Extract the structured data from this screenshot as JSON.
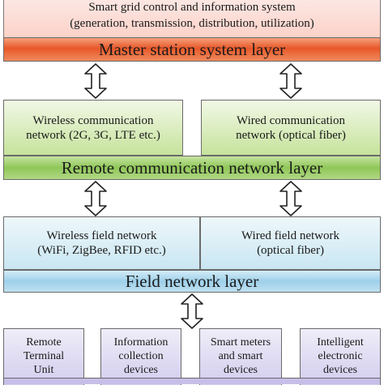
{
  "top": {
    "line1": "Smart grid control and information system",
    "line2": "(generation, transmission, distribution, utilization)",
    "layer": "Master station system layer"
  },
  "remote": {
    "left_line1": "Wireless communication",
    "left_line2": "network (2G, 3G, LTE etc.)",
    "right_line1": "Wired communication",
    "right_line2": "network (optical fiber)",
    "layer": "Remote communication network layer"
  },
  "field": {
    "left_line1": "Wireless field network",
    "left_line2": "(WiFi, ZigBee, RFID etc.)",
    "right_line1": "Wired field network",
    "right_line2": "(optical fiber)",
    "layer": "Field network layer"
  },
  "devices": [
    {
      "line1": "Remote",
      "line2": "Terminal",
      "line3": "Unit"
    },
    {
      "line1": "Information",
      "line2": "collection",
      "line3": "devices"
    },
    {
      "line1": "Smart meters",
      "line2": "and smart",
      "line3": "devices"
    },
    {
      "line1": "Intelligent",
      "line2": "electronic",
      "line3": "devices"
    }
  ],
  "colors": {
    "master_layer": "#e8582a",
    "remote_layer": "#8fc758",
    "field_layer": "#9ed0ea",
    "device_fill": "#d3cdee"
  },
  "icons": {
    "connector": "double-headed-vertical-arrow"
  }
}
